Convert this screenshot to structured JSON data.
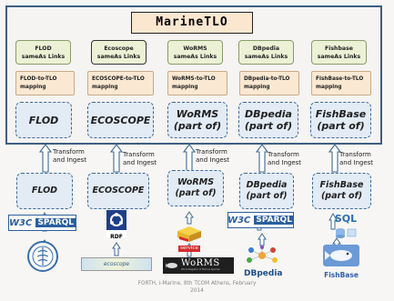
{
  "title": "MarineTLO",
  "columns": [
    {
      "link": [
        "FLOD",
        "sameAs Links"
      ],
      "mapping": [
        "FLOD-to-TLO",
        "mapping"
      ],
      "inner": [
        "FLOD"
      ],
      "transform": [
        "Transform",
        "and Ingest"
      ],
      "source": [
        "FLOD"
      ]
    },
    {
      "link": [
        "Ecoscope",
        "sameAs Links"
      ],
      "mapping": [
        "ECOSCOPE-to-TLO",
        "mapping"
      ],
      "inner": [
        "ECOSCOPE"
      ],
      "transform": [
        "Transform",
        "and Ingest"
      ],
      "source": [
        "ECOSCOPE"
      ]
    },
    {
      "link": [
        "WoRMS",
        "sameAs Links"
      ],
      "mapping": [
        "WoRMS-to-TLO",
        "mapping"
      ],
      "inner": [
        "WoRMS",
        "(part of)"
      ],
      "transform": [
        "Transform",
        "and Ingest"
      ],
      "source": [
        "WoRMS",
        "(part of)"
      ]
    },
    {
      "link": [
        "DBpedia",
        "sameAs Links"
      ],
      "mapping": [
        "DBpedia-to-TLO",
        "mapping"
      ],
      "inner": [
        "DBpedia",
        "(part of)"
      ],
      "transform": [
        "Transform",
        "and Ingest"
      ],
      "source": [
        "DBpedia",
        "(part of)"
      ]
    },
    {
      "link": [
        "Fishbase",
        "sameAs Links"
      ],
      "mapping": [
        "FishBase-to-TLO",
        "mapping"
      ],
      "inner": [
        "FishBase",
        "(part of)"
      ],
      "transform": [
        "Transform",
        "and Ingest"
      ],
      "source": [
        "FishBase",
        "(part of)"
      ]
    }
  ],
  "logos": {
    "w3c": "W3C",
    "sparql": "SPARQL",
    "rdf": "RDF",
    "ecoscope": "ecoscope",
    "service": "service",
    "worms": "WoRMS",
    "worms_sub": "World Register of Marine Species",
    "dbpedia": "DBpedia",
    "sql": "SQL",
    "fishbase": "FishBase"
  },
  "footer": [
    "FORTH, i-Marine, 8th TCOM Athens, February",
    "2014"
  ],
  "colors": {
    "frame": "#3e5f83",
    "arrow": "#3f6a95",
    "title_bg": "#fbe7d0",
    "link_bg": "#ecf1d6",
    "map_bg": "#fbe8d3",
    "dash_bg": "#e3ebf5"
  }
}
